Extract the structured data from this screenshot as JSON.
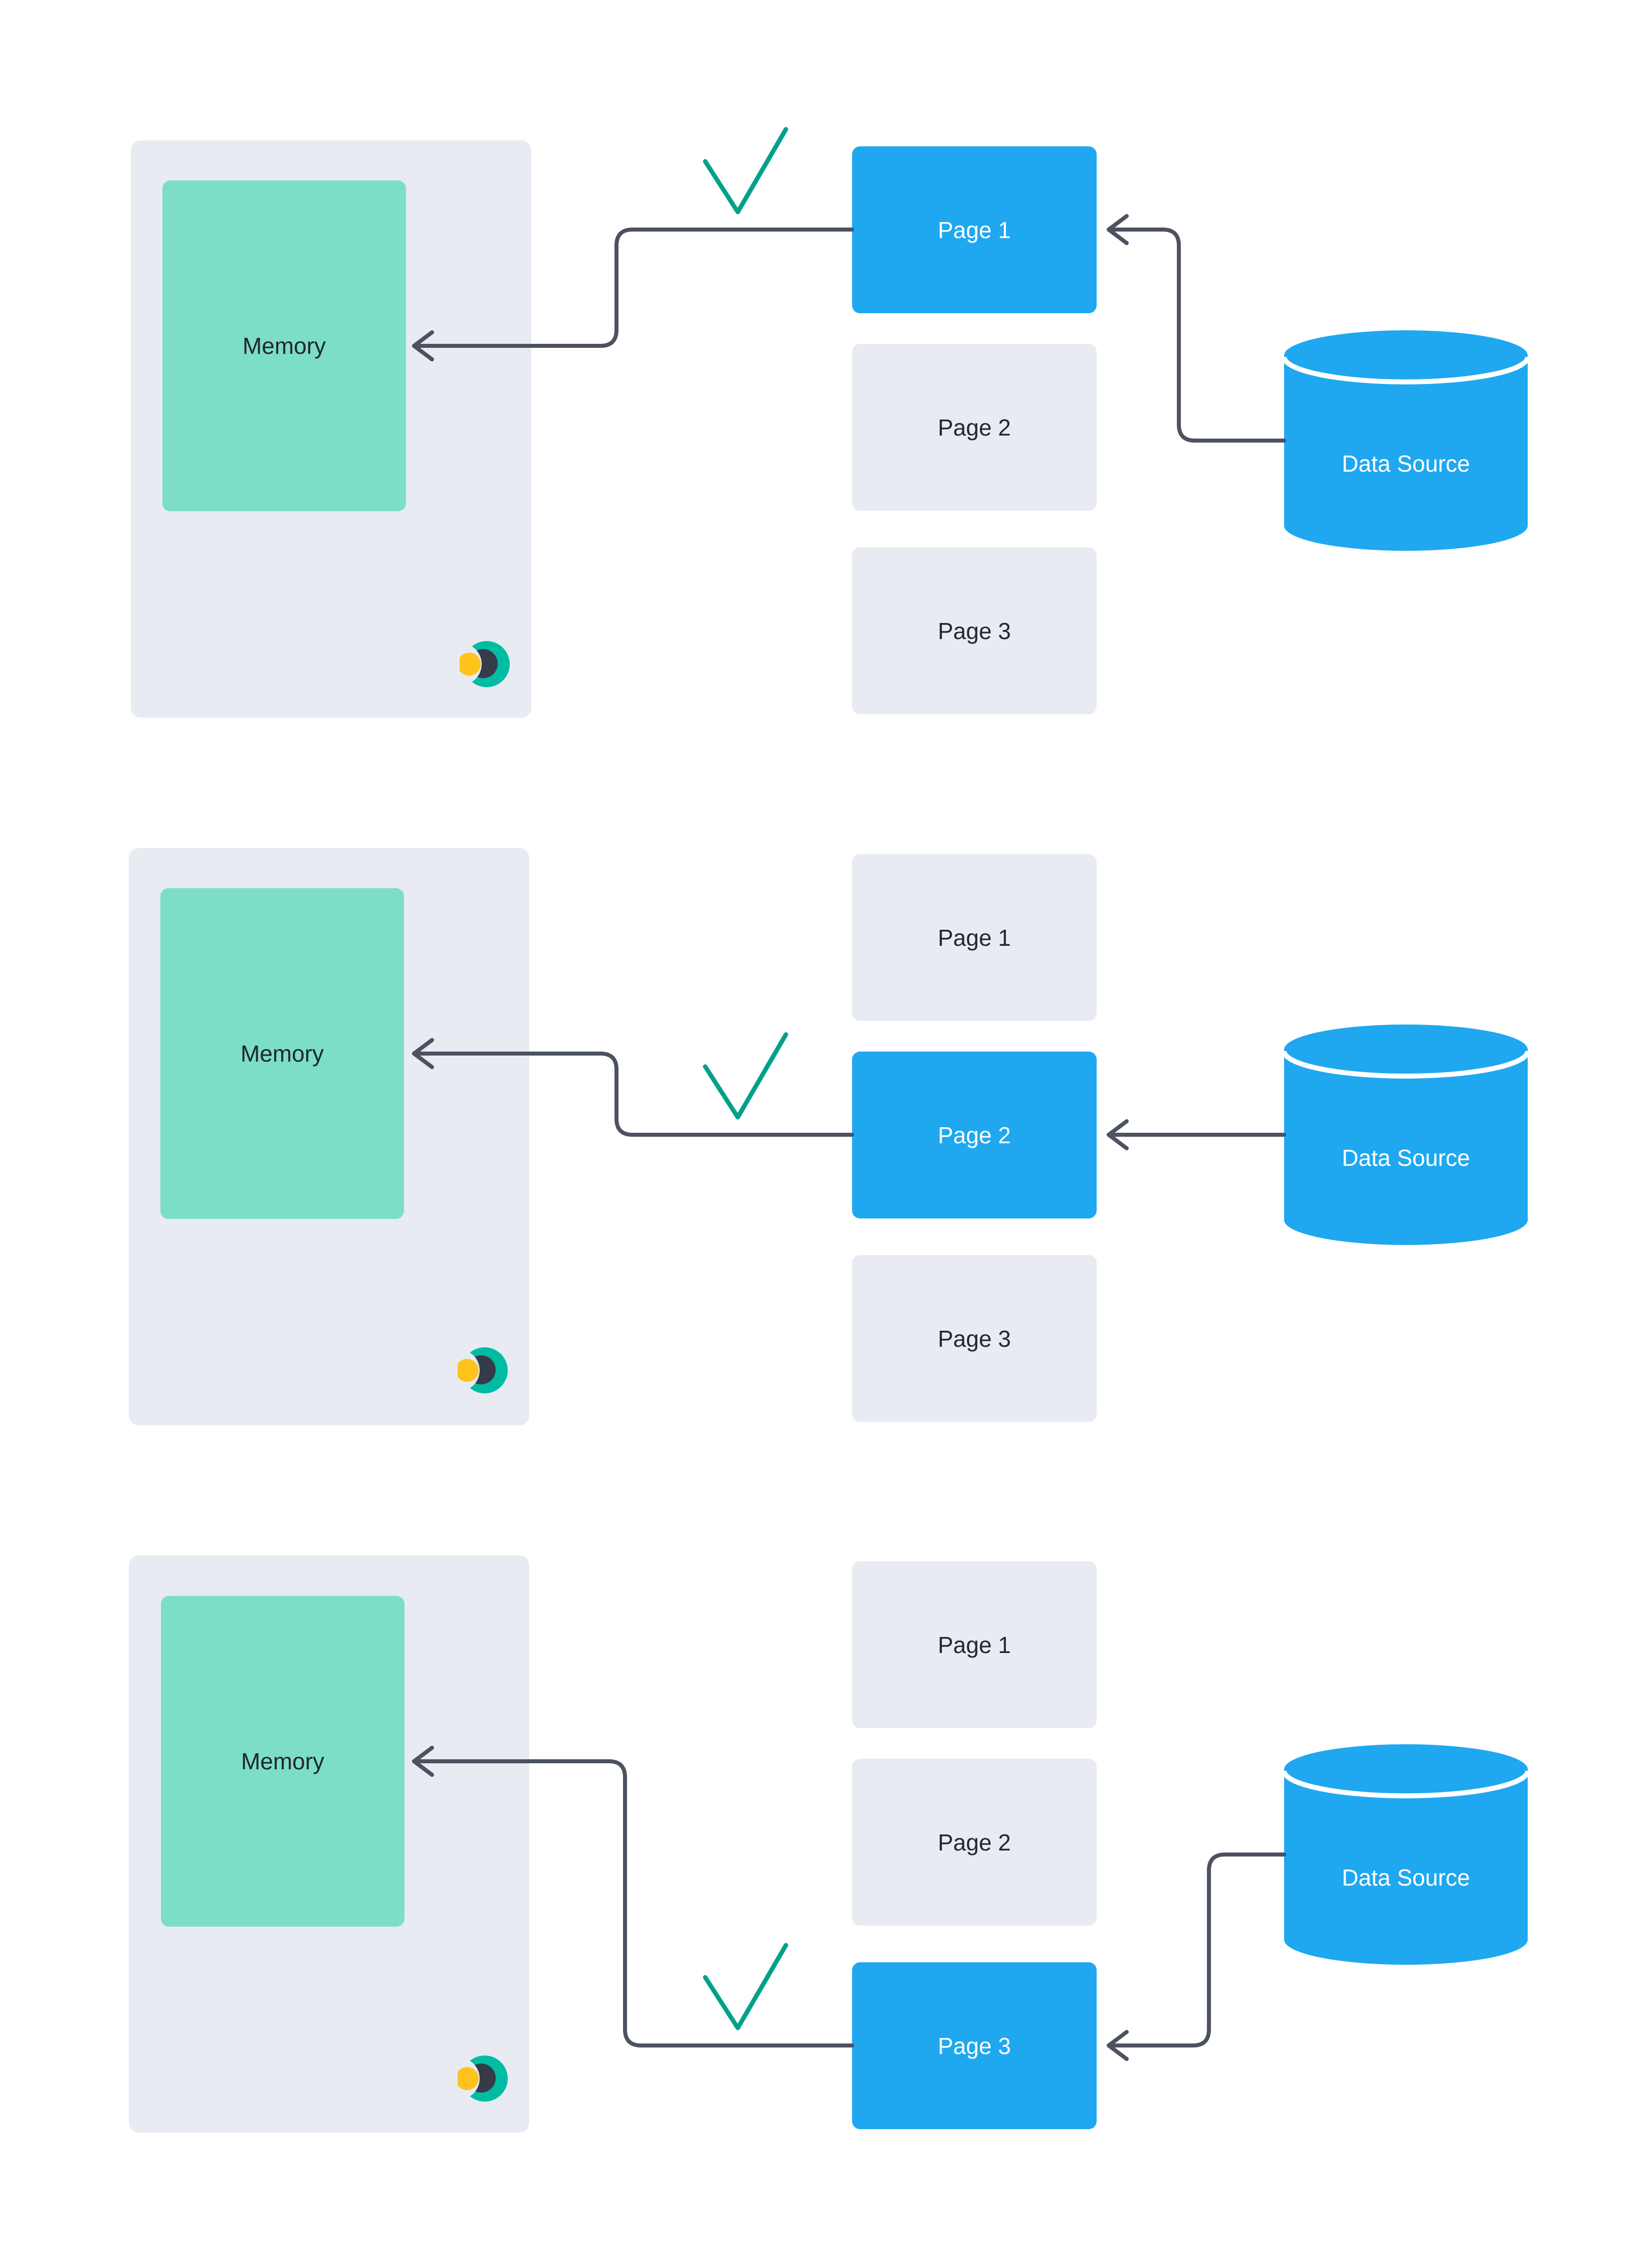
{
  "diagram": "demand-paging-steps",
  "colors": {
    "background": "#ffffff",
    "panel_gray": "#E8EBF2",
    "memory_teal": "#7CDFC5",
    "page_active_blue": "#1FA8F0",
    "datasource_blue": "#1FA8F0",
    "arrow_slate": "#4C5260",
    "check_teal": "#00A18C",
    "text_dark": "#222834",
    "text_light": "#ffffff",
    "logo_teal": "#00BCA3",
    "logo_navy": "#353B48",
    "logo_yellow": "#FFC31E"
  },
  "icons": [
    "check-icon",
    "logo-icon",
    "arrow-left-icon"
  ],
  "sections": [
    {
      "memory_label": "Memory",
      "datasource_label": "Data Source",
      "active_page": "Page 1",
      "pages": [
        {
          "label": "Page 1",
          "active": true
        },
        {
          "label": "Page 2",
          "active": false
        },
        {
          "label": "Page 3",
          "active": false
        }
      ]
    },
    {
      "memory_label": "Memory",
      "datasource_label": "Data Source",
      "active_page": "Page 2",
      "pages": [
        {
          "label": "Page 1",
          "active": false
        },
        {
          "label": "Page 2",
          "active": true
        },
        {
          "label": "Page 3",
          "active": false
        }
      ]
    },
    {
      "memory_label": "Memory",
      "datasource_label": "Data Source",
      "active_page": "Page 3",
      "pages": [
        {
          "label": "Page 1",
          "active": false
        },
        {
          "label": "Page 2",
          "active": false
        },
        {
          "label": "Page 3",
          "active": true
        }
      ]
    }
  ]
}
